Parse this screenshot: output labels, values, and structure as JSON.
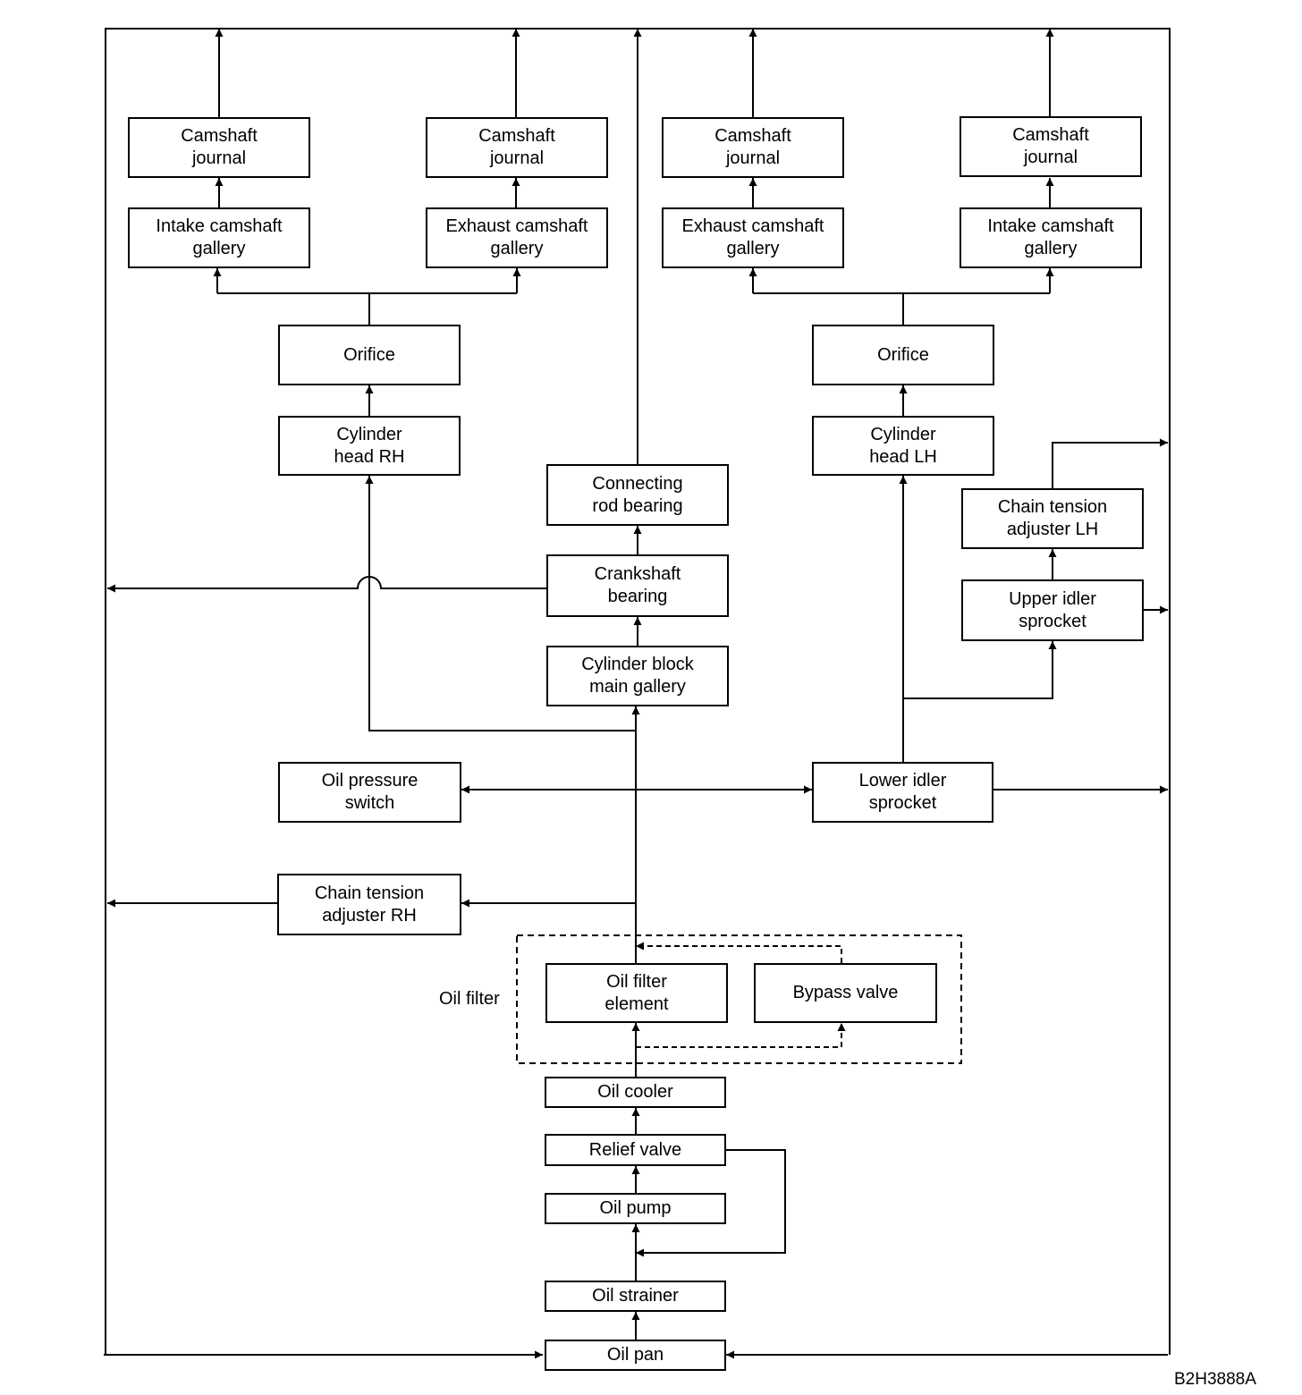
{
  "boxes": {
    "camshaft_journal_1": "Camshaft\njournal",
    "camshaft_journal_2": "Camshaft\njournal",
    "camshaft_journal_3": "Camshaft\njournal",
    "camshaft_journal_4": "Camshaft\njournal",
    "intake_gallery_rh": "Intake camshaft\ngallery",
    "exhaust_gallery_rh": "Exhaust camshaft\ngallery",
    "exhaust_gallery_lh": "Exhaust camshaft\ngallery",
    "intake_gallery_lh": "Intake camshaft\ngallery",
    "orifice_rh": "Orifice",
    "orifice_lh": "Orifice",
    "cylinder_head_rh": "Cylinder\nhead RH",
    "cylinder_head_lh": "Cylinder\nhead LH",
    "connecting_rod_bearing": "Connecting\nrod bearing",
    "crankshaft_bearing": "Crankshaft\nbearing",
    "cylinder_block_main_gallery": "Cylinder block\nmain gallery",
    "chain_tension_adjuster_lh": "Chain tension\nadjuster LH",
    "upper_idler_sprocket": "Upper idler\nsprocket",
    "oil_pressure_switch": "Oil pressure\nswitch",
    "lower_idler_sprocket": "Lower idler\nsprocket",
    "chain_tension_adjuster_rh": "Chain tension\nadjuster RH",
    "oil_filter_element": "Oil filter\nelement",
    "bypass_valve": "Bypass valve",
    "oil_cooler": "Oil cooler",
    "relief_valve": "Relief valve",
    "oil_pump": "Oil pump",
    "oil_strainer": "Oil strainer",
    "oil_pan": "Oil pan"
  },
  "labels": {
    "oil_filter_group": "Oil filter",
    "figure_code": "B2H3888A"
  }
}
